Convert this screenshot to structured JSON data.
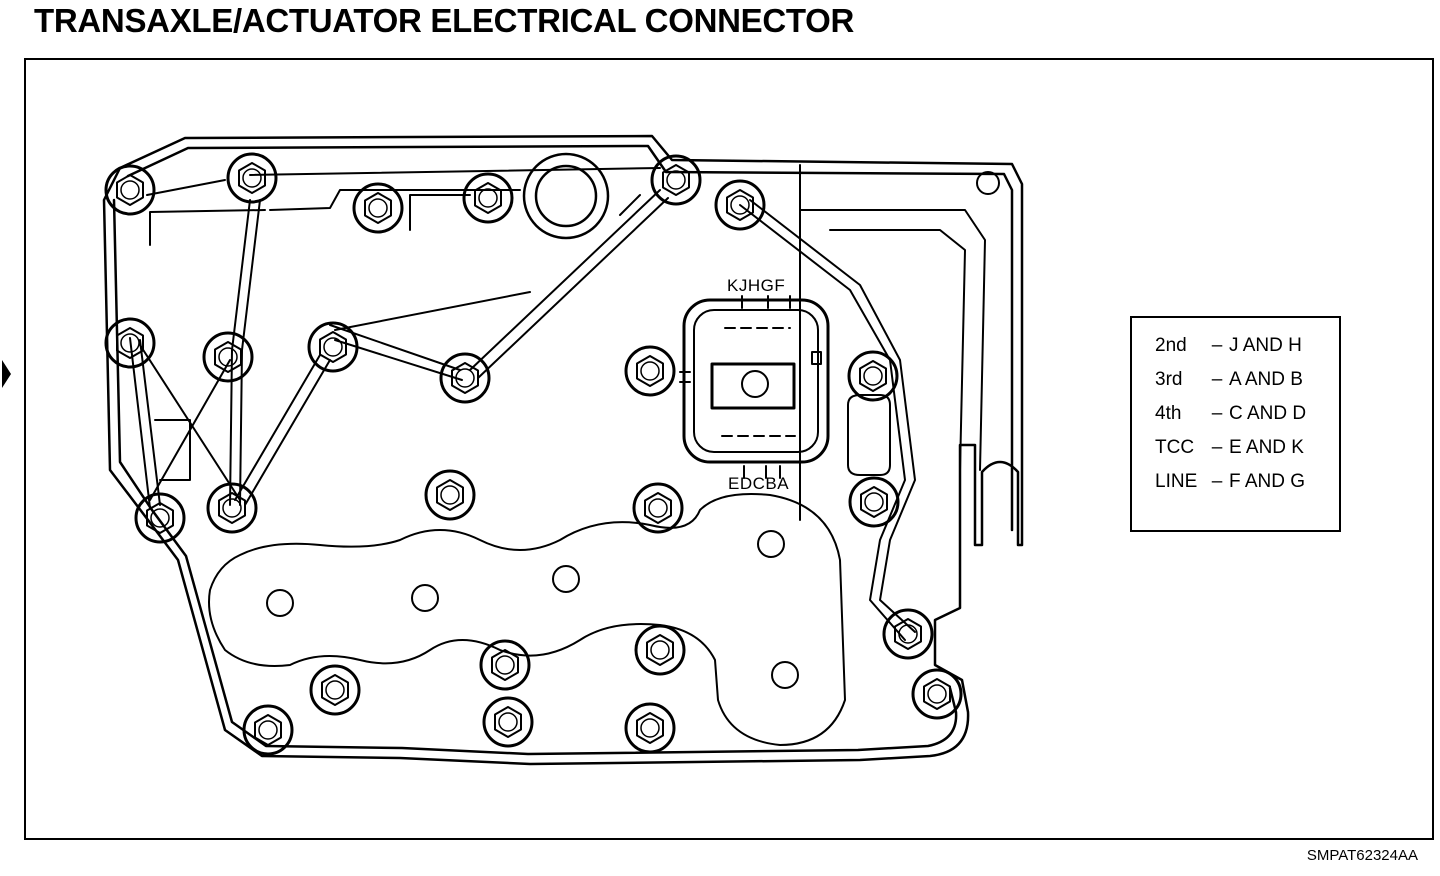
{
  "title": "TRANSAXLE/ACTUATOR ELECTRICAL CONNECTOR",
  "connector": {
    "top_pins": "KJHGF",
    "bottom_pins": "EDCBA"
  },
  "legend": [
    {
      "circuit": "2nd",
      "dash": "–",
      "pins": "J AND H"
    },
    {
      "circuit": "3rd",
      "dash": "–",
      "pins": "A AND B"
    },
    {
      "circuit": "4th",
      "dash": "–",
      "pins": "C AND D"
    },
    {
      "circuit": "TCC",
      "dash": "–",
      "pins": "E AND K"
    },
    {
      "circuit": "LINE",
      "dash": "–",
      "pins": "F AND G"
    }
  ],
  "figure_code": "SMPAT62324AA"
}
